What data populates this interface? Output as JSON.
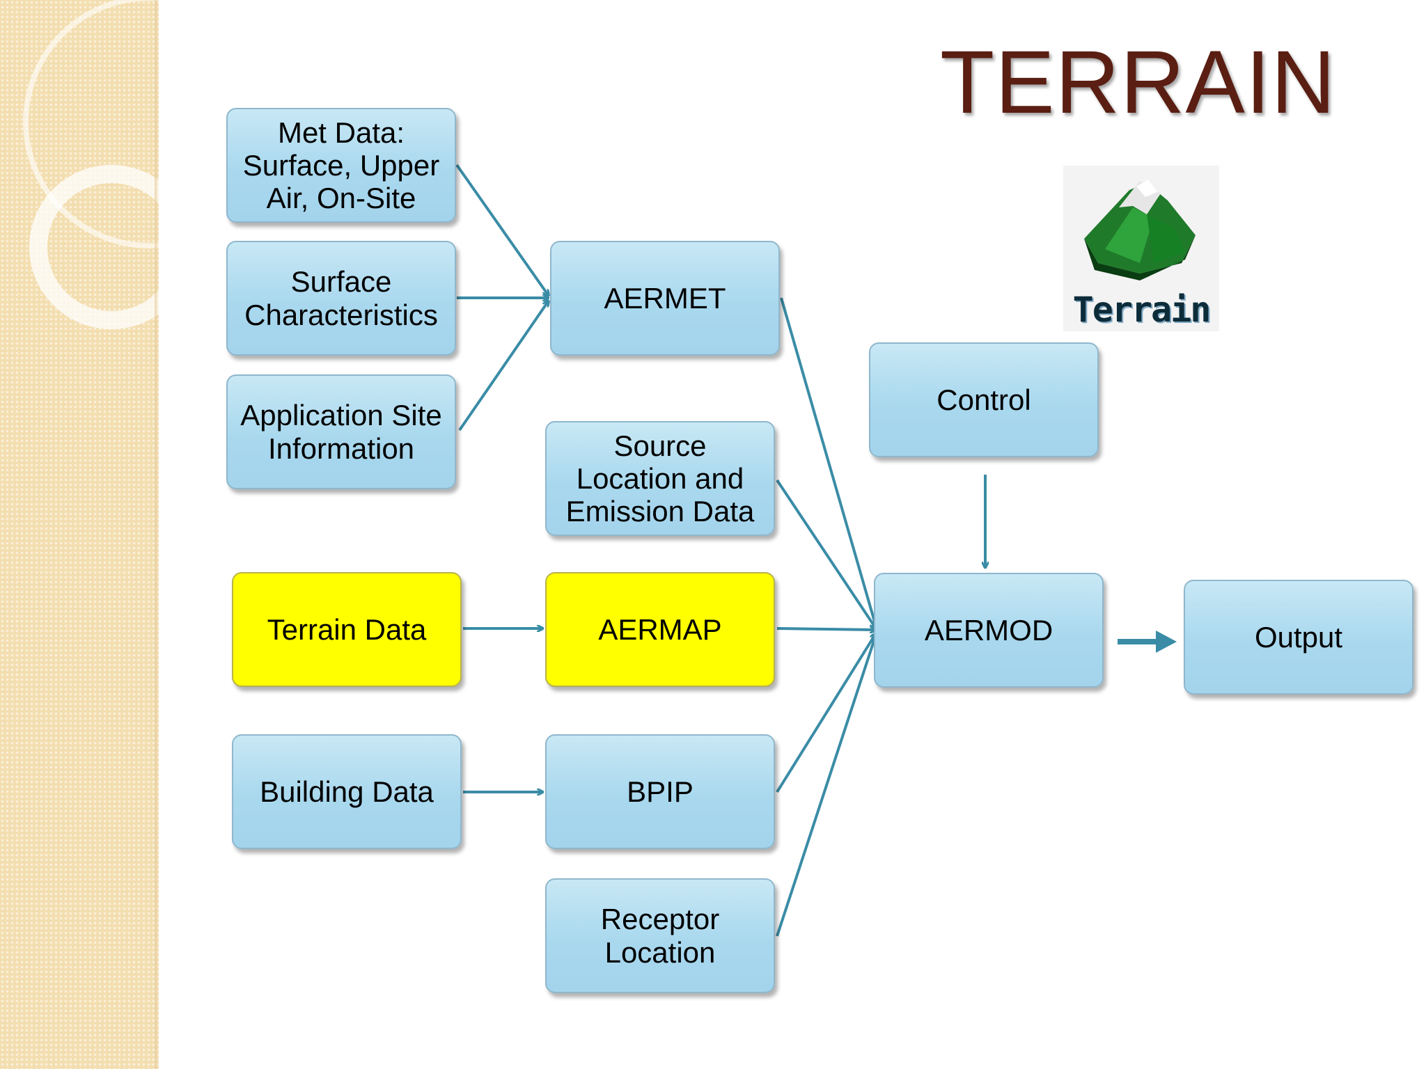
{
  "title": "TERRAIN",
  "terrain_icon": {
    "icon": "terrain-mountain-icon",
    "label": "Terrain"
  },
  "colors": {
    "box_fill": "#a9d8ee",
    "highlight_fill": "#ffff00",
    "arrow": "#3a8ca6",
    "title": "#5a1e12"
  },
  "nodes": {
    "met_data": "Met Data:\nSurface, Upper\nAir, On-Site",
    "surface_characteristics": "Surface\nCharacteristics",
    "application_site": "Application Site\nInformation",
    "aermet": "AERMET",
    "source_location": "Source\nLocation and\nEmission Data",
    "terrain_data": "Terrain Data",
    "aermap": "AERMAP",
    "building_data": "Building Data",
    "bpip": "BPIP",
    "receptor_location": "Receptor\nLocation",
    "control": "Control",
    "aermod": "AERMOD",
    "output": "Output"
  },
  "highlighted_nodes": [
    "terrain_data",
    "aermap"
  ],
  "edges": [
    [
      "met_data",
      "aermet"
    ],
    [
      "surface_characteristics",
      "aermet"
    ],
    [
      "application_site",
      "aermet"
    ],
    [
      "terrain_data",
      "aermap"
    ],
    [
      "building_data",
      "bpip"
    ],
    [
      "aermet",
      "aermod"
    ],
    [
      "source_location",
      "aermod"
    ],
    [
      "aermap",
      "aermod"
    ],
    [
      "bpip",
      "aermod"
    ],
    [
      "receptor_location",
      "aermod"
    ],
    [
      "control",
      "aermod"
    ],
    [
      "aermod",
      "output"
    ]
  ]
}
